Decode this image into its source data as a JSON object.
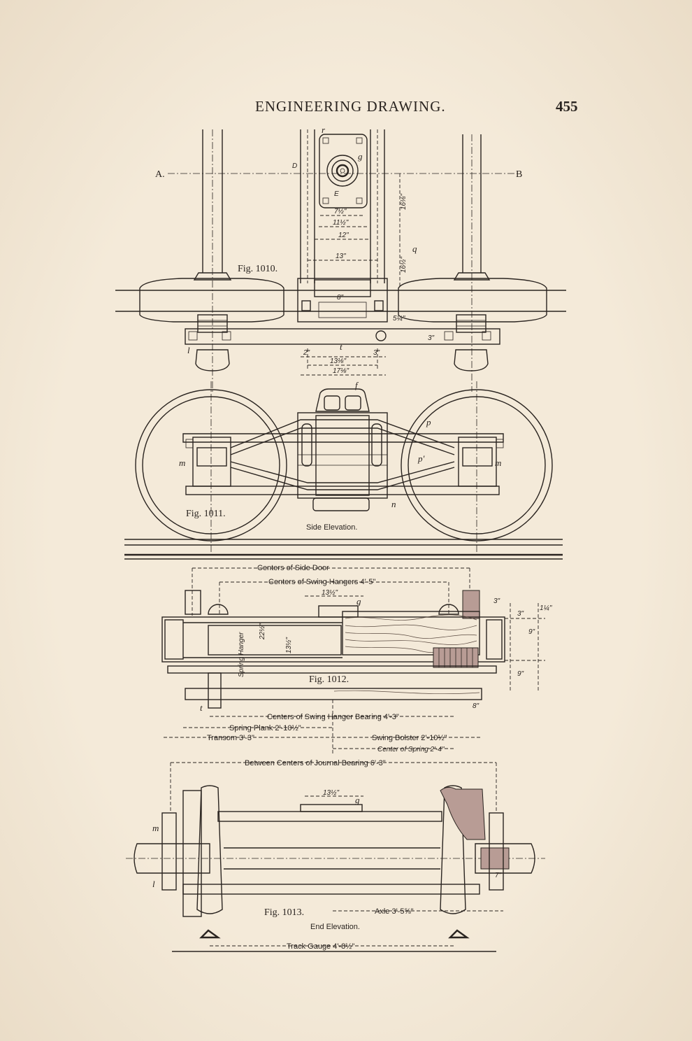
{
  "header": {
    "title": "ENGINEERING DRAWING.",
    "page_number": "455"
  },
  "fig1010": {
    "caption": "Fig. 1010.",
    "section_a": "A.",
    "section_b": "B",
    "label_d": "D",
    "label_e": "E",
    "label_r": "r",
    "label_g": "g",
    "label_q": "q",
    "label_l": "l",
    "label_t": "t",
    "dims": {
      "d1": "7½\"",
      "d2": "11½\"",
      "d3": "12\"",
      "d4": "13\"",
      "d5": "8\"",
      "d6": "16⅛\"",
      "d7": "16½\"",
      "d8": "13⅛\"",
      "d9": "17⅛\"",
      "d10": "2\"",
      "d11": "3\"",
      "d12": "3\"",
      "d13": "5¼\""
    }
  },
  "fig1011": {
    "caption": "Fig. 1011.",
    "subtitle": "Side Elevation.",
    "label_f": "f",
    "label_p": "p",
    "label_p2": "p'",
    "label_n": "n",
    "label_m1": "m",
    "label_m2": "m"
  },
  "fig1012": {
    "caption": "Fig. 1012.",
    "dims": {
      "side_door": "Centers of Side Door",
      "swing_hangers": "Centers of Swing Hangers 4'-5\"",
      "d_13_5": "13½\"",
      "hanger_bearing": "Centers of Swing Hanger Bearing 4'-3\"",
      "spring_plank": "Spring Plank 2'-10½\"",
      "transom": "Transom 3'-3\"",
      "swing_bolster": "Swing Bolster 2'-10½\"",
      "center_spring": "Center of Spring 2'-4\"",
      "spring_hanger": "Spring Hanger",
      "d_22": "22½\"",
      "d_13b": "13½\"",
      "d_3a": "3\"",
      "d_3b": "3\"",
      "d_9": "9\"",
      "d_9b": "9\"",
      "d_8": "8\"",
      "d_1_1_4": "1¼\""
    },
    "label_g": "g",
    "label_t": "t"
  },
  "fig1013": {
    "caption": "Fig. 1013.",
    "subtitle": "End Elevation.",
    "journal": "Between Centers of Journal Bearing 6'-3\"",
    "d_13_5": "13½\"",
    "label_g": "g",
    "label_m": "m",
    "label_l": "l",
    "axle": "Axle 3'-5⅝\"",
    "track": "Track Gauge 4'-8½\"",
    "d_7": "7\""
  }
}
